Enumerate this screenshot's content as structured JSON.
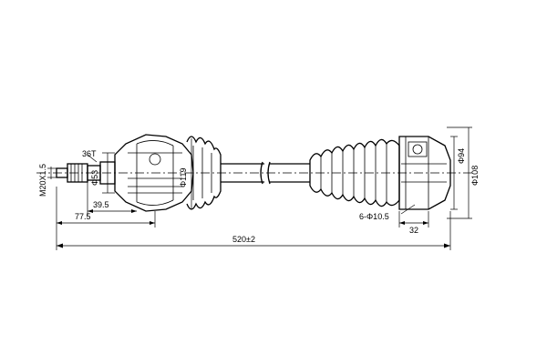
{
  "dimensions": {
    "thread": "M20X1.5",
    "spline": "36T",
    "outer_d1": "Φ53",
    "len_39_5": "39.5",
    "len_77_5": "77.5",
    "outer_d2": "Φ119",
    "total_length": "520±2",
    "bolt_holes": "6-Φ10.5",
    "inner_len": "32",
    "flange_d1": "Φ94",
    "flange_d2": "Φ108"
  }
}
